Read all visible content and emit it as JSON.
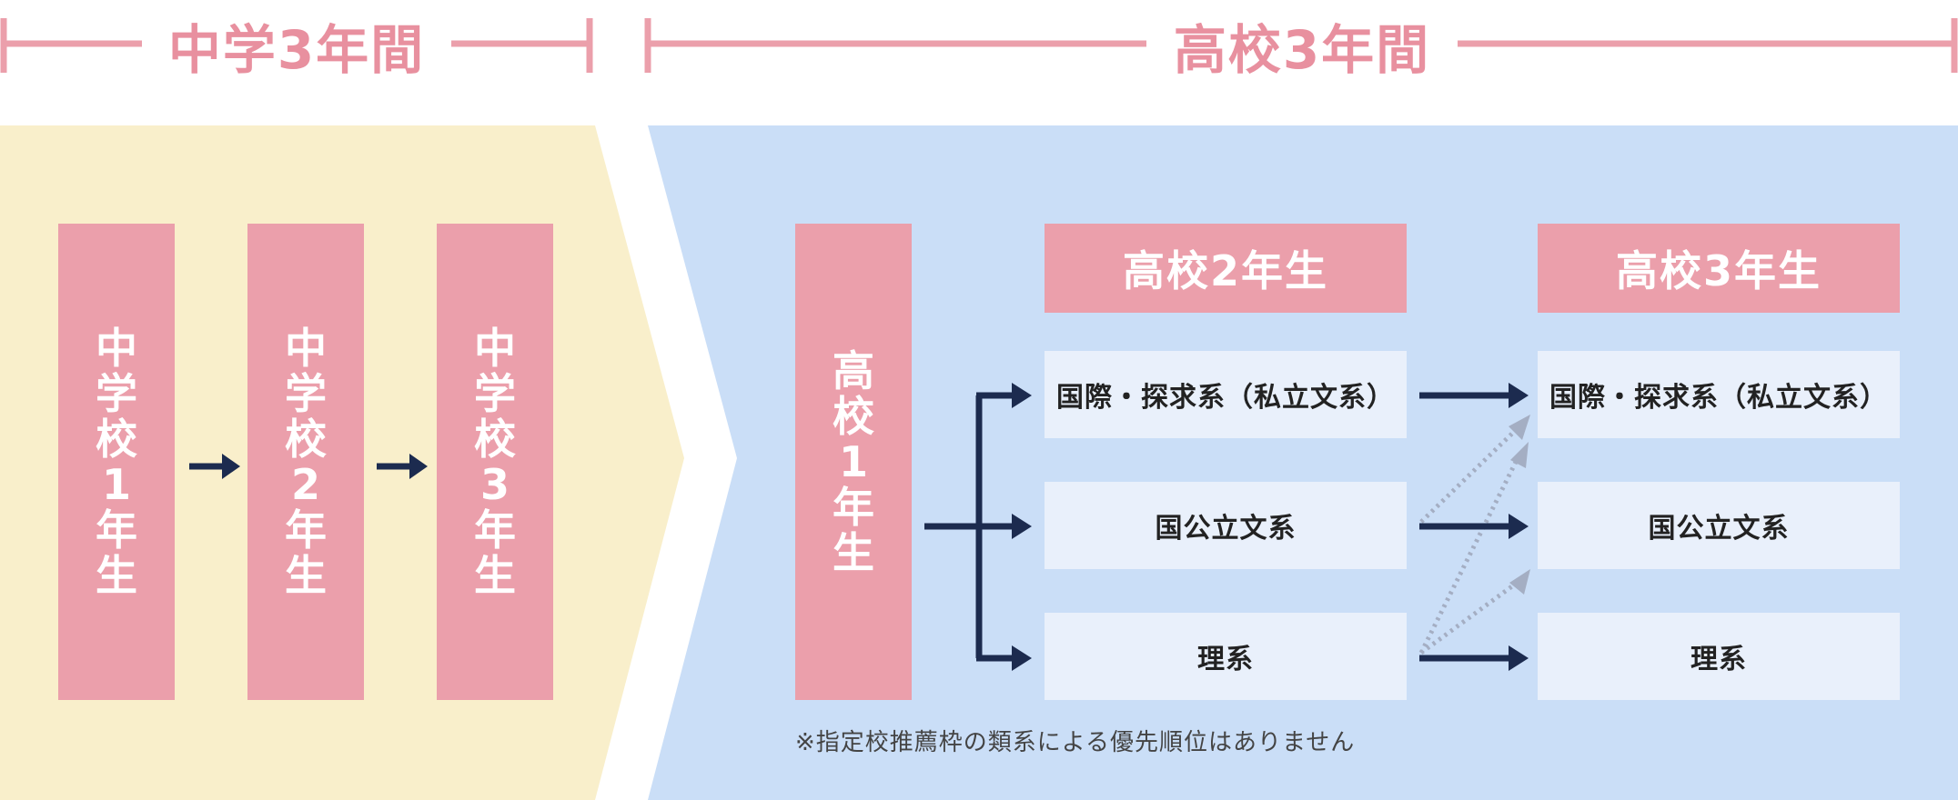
{
  "colors": {
    "pink": "#eb9fab",
    "pink_dark": "#e8909f",
    "yellow_bg": "#f9efcb",
    "blue_bg": "#cadef7",
    "course_bg": "#e9f0fb",
    "navy": "#1c2b4f",
    "dotted": "#a4aec3",
    "text_dark": "#222222",
    "note_text": "#444444"
  },
  "header": {
    "middle_school": "中学3年間",
    "high_school": "高校3年間"
  },
  "middle_school": {
    "grades": [
      "中学校1年生",
      "中学校2年生",
      "中学校3年生"
    ]
  },
  "high_school": {
    "grade1": "高校1年生",
    "grade2_header": "高校2年生",
    "grade3_header": "高校3年生",
    "grade2_courses": [
      "国際・探求系（私立文系）",
      "国公立文系",
      "理系"
    ],
    "grade3_courses": [
      "国際・探求系（私立文系）",
      "国公立文系",
      "理系"
    ]
  },
  "note": "※指定校推薦枠の類系による優先順位はありません"
}
